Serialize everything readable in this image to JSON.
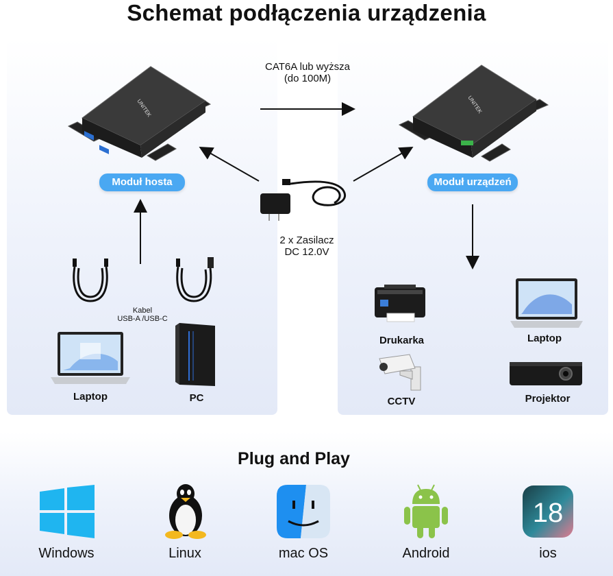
{
  "title": "Schemat podłączenia urządzenia",
  "cable_label": {
    "line1": "CAT6A lub wyższa",
    "line2": "(do 100M)"
  },
  "power_label": {
    "line1": "2 x Zasilacz",
    "line2": "DC 12.0V"
  },
  "host_module": "Moduł hosta",
  "device_module": "Moduł urządzeń",
  "usb_cable": {
    "line1": "Kabel",
    "line2": "USB-A /USB-C"
  },
  "host_devices": {
    "laptop": "Laptop",
    "pc": "PC"
  },
  "remote_devices": {
    "printer": "Drukarka",
    "laptop": "Laptop",
    "cctv": "CCTV",
    "projector": "Projektor"
  },
  "brand": "UNITEK",
  "plug_and_play": "Plug and Play",
  "os": {
    "windows": "Windows",
    "linux": "Linux",
    "macos": "mac OS",
    "android": "Android",
    "ios": "ios",
    "ios_version": "18"
  },
  "colors": {
    "accent": "#4aa8f2",
    "android": "#8bc34a",
    "windows": "#1fb5f0"
  }
}
